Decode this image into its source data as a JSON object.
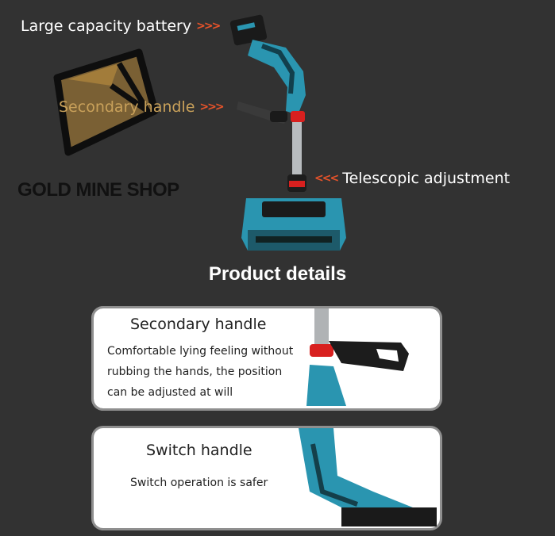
{
  "callouts": {
    "battery": "Large capacity battery",
    "secondary_handle": "Secondary handle",
    "telescopic": "Telescopic adjustment"
  },
  "watermark": {
    "text": "GOLD MINE SHOP"
  },
  "section_title": "Product details",
  "cards": [
    {
      "title": "Secondary handle",
      "description_lines": [
        "Comfortable lying feeling without",
        "rubbing the hands, the position",
        "can be adjusted at will"
      ]
    },
    {
      "title": "Switch handle",
      "description_lines": [
        "Switch operation is safer"
      ]
    }
  ],
  "colors": {
    "background": "#323232",
    "tool_teal": "#2a95b0",
    "accent_red": "#d8201f",
    "arrow_orange": "#e8532a"
  }
}
